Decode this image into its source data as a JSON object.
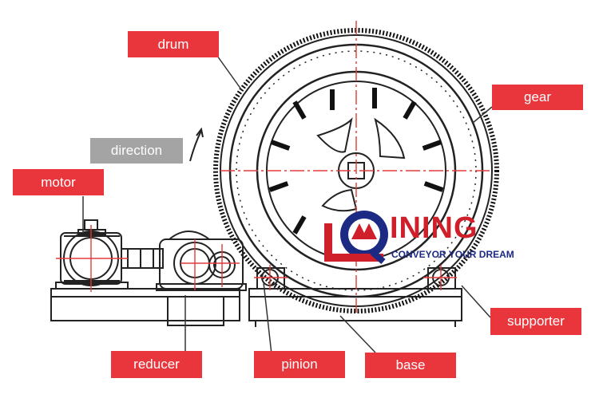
{
  "labels": {
    "drum": "drum",
    "gear": "gear",
    "direction": "direction",
    "motor": "motor",
    "supporter": "supporter",
    "reducer": "reducer",
    "pinion": "pinion",
    "base": "base"
  },
  "logo": {
    "word": "INING",
    "tagline": "CONVEYOR YOUR DREAM"
  },
  "colors": {
    "label_red": "#e8363c",
    "label_grey": "#a4a4a4",
    "logo_red": "#cf1f2a",
    "logo_blue": "#1d2a83",
    "centerline_red": "#e23a3a",
    "line_art": "#222222"
  }
}
